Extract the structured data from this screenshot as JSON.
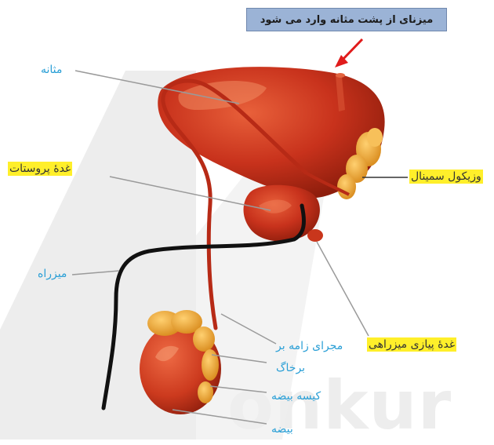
{
  "callout": {
    "text": "میزنای از پشت مثانه وارد می شود"
  },
  "watermark": {
    "text": "onkur"
  },
  "labels": {
    "bladder": "مثانه",
    "prostate": "غدهٔ پروستات",
    "seminal_vesicle": "وزیکول سمینال",
    "urethra": "میزراه",
    "bulbourethral": "غدهٔ پیازی میزراهی",
    "vas_deferens": "مجرای زامه بر",
    "epididymis": "برخاگ",
    "scrotum": "کیسه بیضه",
    "testis": "بیضه"
  },
  "colors": {
    "organ": "#c8321c",
    "organ_dark": "#8e1d0c",
    "gland": "#f0a830",
    "label_blue": "#2a9fd6",
    "highlight": "#ffef2a",
    "arrow": "#e01b1b",
    "callout_bg": "#9bb3d6"
  }
}
